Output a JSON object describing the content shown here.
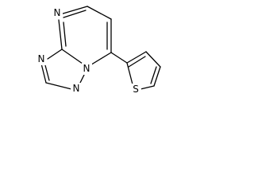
{
  "molecule": {
    "atoms": [
      {
        "id": "N1",
        "element": "N",
        "label": "N"
      },
      {
        "id": "N2",
        "element": "N",
        "label": "N"
      },
      {
        "id": "N3",
        "element": "N",
        "label": "N"
      },
      {
        "id": "N4",
        "element": "N",
        "label": "N"
      },
      {
        "id": "S1",
        "element": "S",
        "label": "S"
      }
    ],
    "bond_color": "#000000",
    "label_color": "#000000"
  }
}
